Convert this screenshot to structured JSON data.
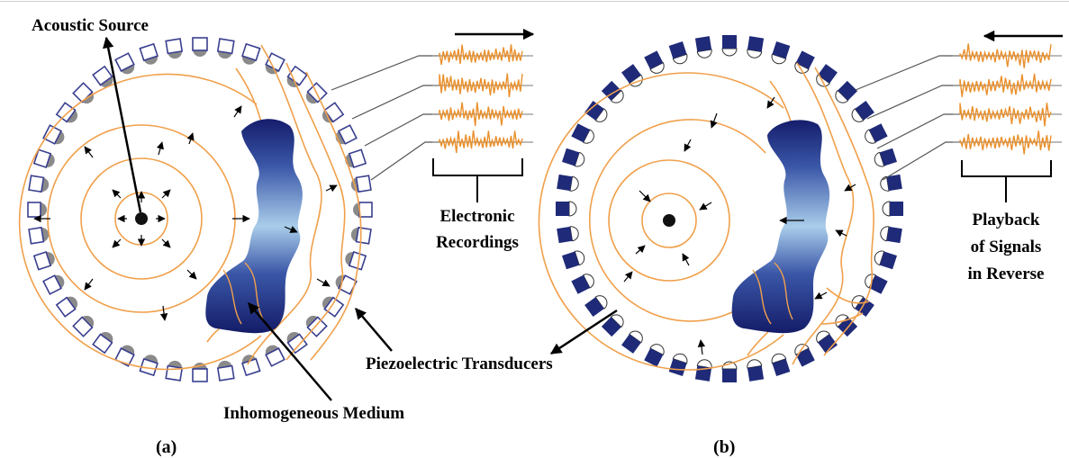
{
  "labels": {
    "acoustic_source": "Acoustic Source",
    "electronic": "Electronic",
    "recordings": "Recordings",
    "playback": "Playback",
    "of_signals": "of Signals",
    "in_reverse": "in Reverse",
    "piezoelectric_transducers": "Piezoelectric Transducers",
    "inhomogeneous_medium": "Inhomogeneous Medium"
  },
  "captions": {
    "a": "(a)",
    "b": "(b)"
  },
  "colors": {
    "wave": "#f0a04b",
    "transducer_outline": "#3a3f8f",
    "transducer_filled": "#1f2a78",
    "transducer_shadow": "#8a8a8a",
    "medium_dark": "#141d6b",
    "medium_light": "#a9cdea",
    "signal": "#e9902c",
    "wire": "#555555",
    "arrow": "#000000"
  },
  "panels": [
    {
      "name": "a",
      "transducers": "hollow",
      "recording_direction": "right"
    },
    {
      "name": "b",
      "transducers": "filled",
      "recording_direction": "left"
    }
  ]
}
